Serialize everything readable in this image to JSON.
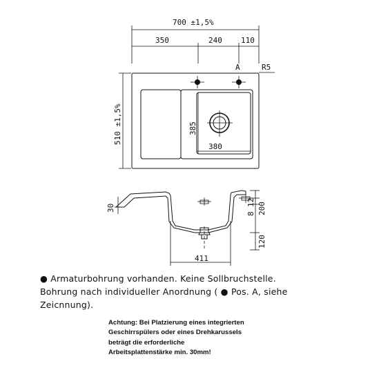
{
  "drawing": {
    "overall_width": "700 ±1,5%",
    "seg_1": "350",
    "seg_2": "240",
    "seg_3": "110",
    "label_a": "A",
    "radius": "R5",
    "overall_depth": "510 ±1,5%",
    "bowl_length": "385",
    "bowl_width": "380",
    "height_total": "200",
    "height_rim": "30",
    "height_8": "8",
    "height_12": "12",
    "height_120": "120",
    "bowl_bottom": "411"
  },
  "notes": {
    "line1": "● Armaturbohrung vorhanden. Keine Sollbruchstelle.",
    "line2": "Bohrung nach individueller Anordnung ( ● Pos. A, siehe",
    "line3": "Zeicnnung)."
  },
  "warning": {
    "line1": "Achtung: Bei Platzierung eines integrierten",
    "line2": "Geschirrspülers oder eines Drehkarussels",
    "line3": "beträgt die erforderliche",
    "line4": "Arbeitsplattenstärke min. 30mm!"
  }
}
